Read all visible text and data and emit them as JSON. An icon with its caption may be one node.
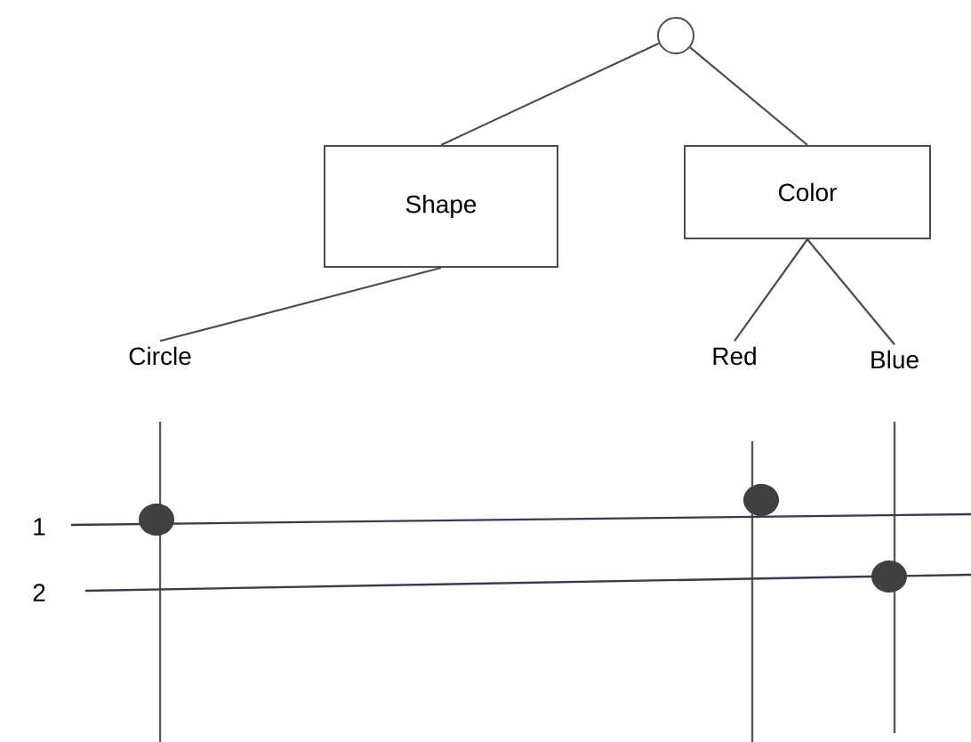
{
  "diagram": {
    "nodes": [
      {
        "text": [],
        "shape": "circle"
      },
      {
        "text": [
          "Shape"
        ]
      },
      {
        "text": [
          "Color"
        ]
      },
      {
        "text": [
          "Circle"
        ]
      },
      {
        "text": [
          "Red"
        ]
      },
      {
        "text": [
          "Blue"
        ]
      }
    ],
    "edges": [
      {
        "from": 0,
        "to": 1,
        "arrow": "none"
      },
      {
        "from": 0,
        "to": 2,
        "arrow": "none"
      },
      {
        "from": 1,
        "to": 3,
        "arrow": "none"
      },
      {
        "from": 2,
        "to": 4,
        "arrow": "none"
      },
      {
        "from": 2,
        "to": 5,
        "arrow": "none"
      }
    ],
    "labels": [
      "1",
      "2"
    ]
  }
}
